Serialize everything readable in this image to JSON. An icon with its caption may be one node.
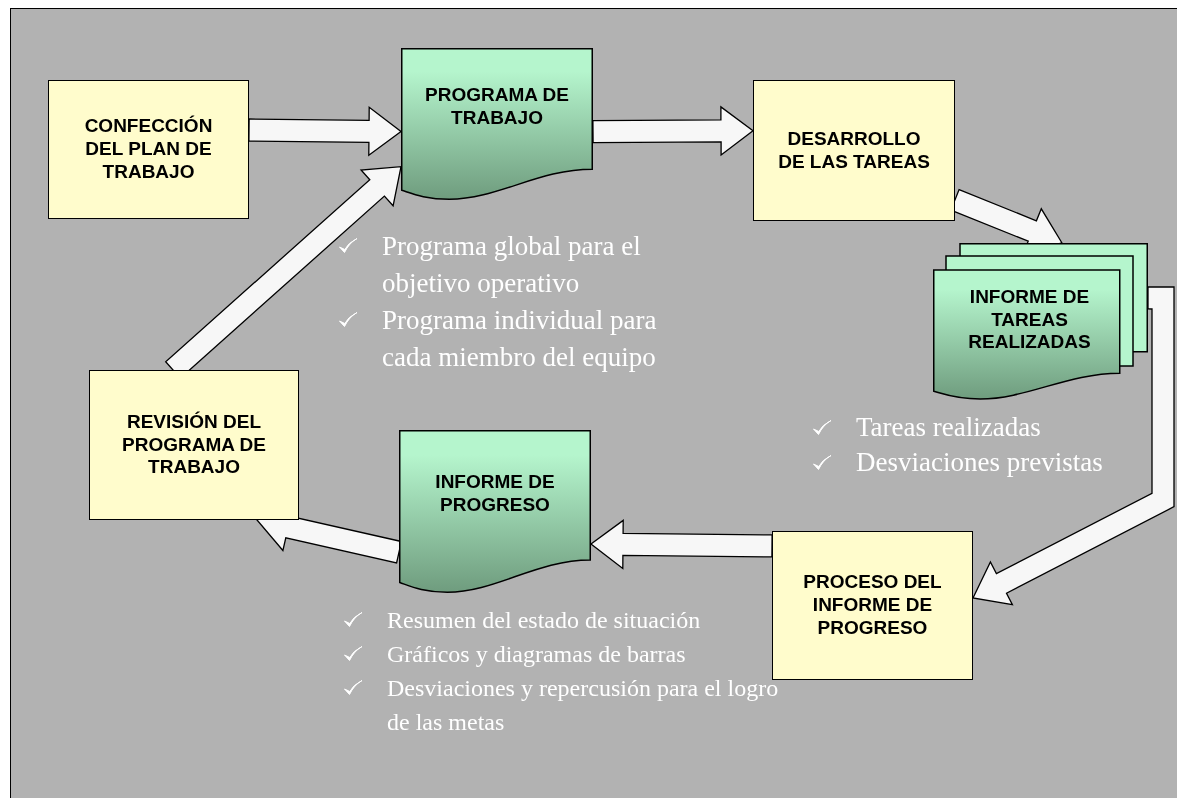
{
  "diagram": {
    "nodes": [
      {
        "text": [
          "CONFECCIÓN DEL PLAN DE TRABAJO"
        ]
      },
      {
        "text": [
          "PROGRAMA DE TRABAJO"
        ],
        "beside": [
          "Programa global para el objetivo operativo",
          "Programa individual para cada miembro del equipo"
        ]
      },
      {
        "text": [
          "DESARROLLO DE LAS TAREAS"
        ]
      },
      {
        "text": [
          "INFORME DE TAREAS REALIZADAS"
        ],
        "beside": [
          "Tareas realizadas",
          "Desviaciones previstas"
        ]
      },
      {
        "text": [
          "PROCESO DEL INFORME DE PROGRESO"
        ]
      },
      {
        "text": [
          "INFORME DE PROGRESO"
        ],
        "beside": [
          "Resumen del estado de situación",
          "Gráficos y diagramas de barras",
          "Desviaciones y repercusión para el logro de las metas"
        ]
      },
      {
        "text": [
          "REVISIÓN DEL PROGRAMA DE TRABAJO"
        ]
      }
    ],
    "edges": [
      {
        "from": 0,
        "to": 1,
        "arrow": "to"
      },
      {
        "from": 1,
        "to": 2,
        "arrow": "to"
      },
      {
        "from": 2,
        "to": 3,
        "arrow": "to"
      },
      {
        "from": 3,
        "to": 4,
        "arrow": "to"
      },
      {
        "from": 4,
        "to": 5,
        "arrow": "to"
      },
      {
        "from": 5,
        "to": 6,
        "arrow": "to"
      },
      {
        "from": 6,
        "to": 1,
        "arrow": "to"
      }
    ]
  }
}
